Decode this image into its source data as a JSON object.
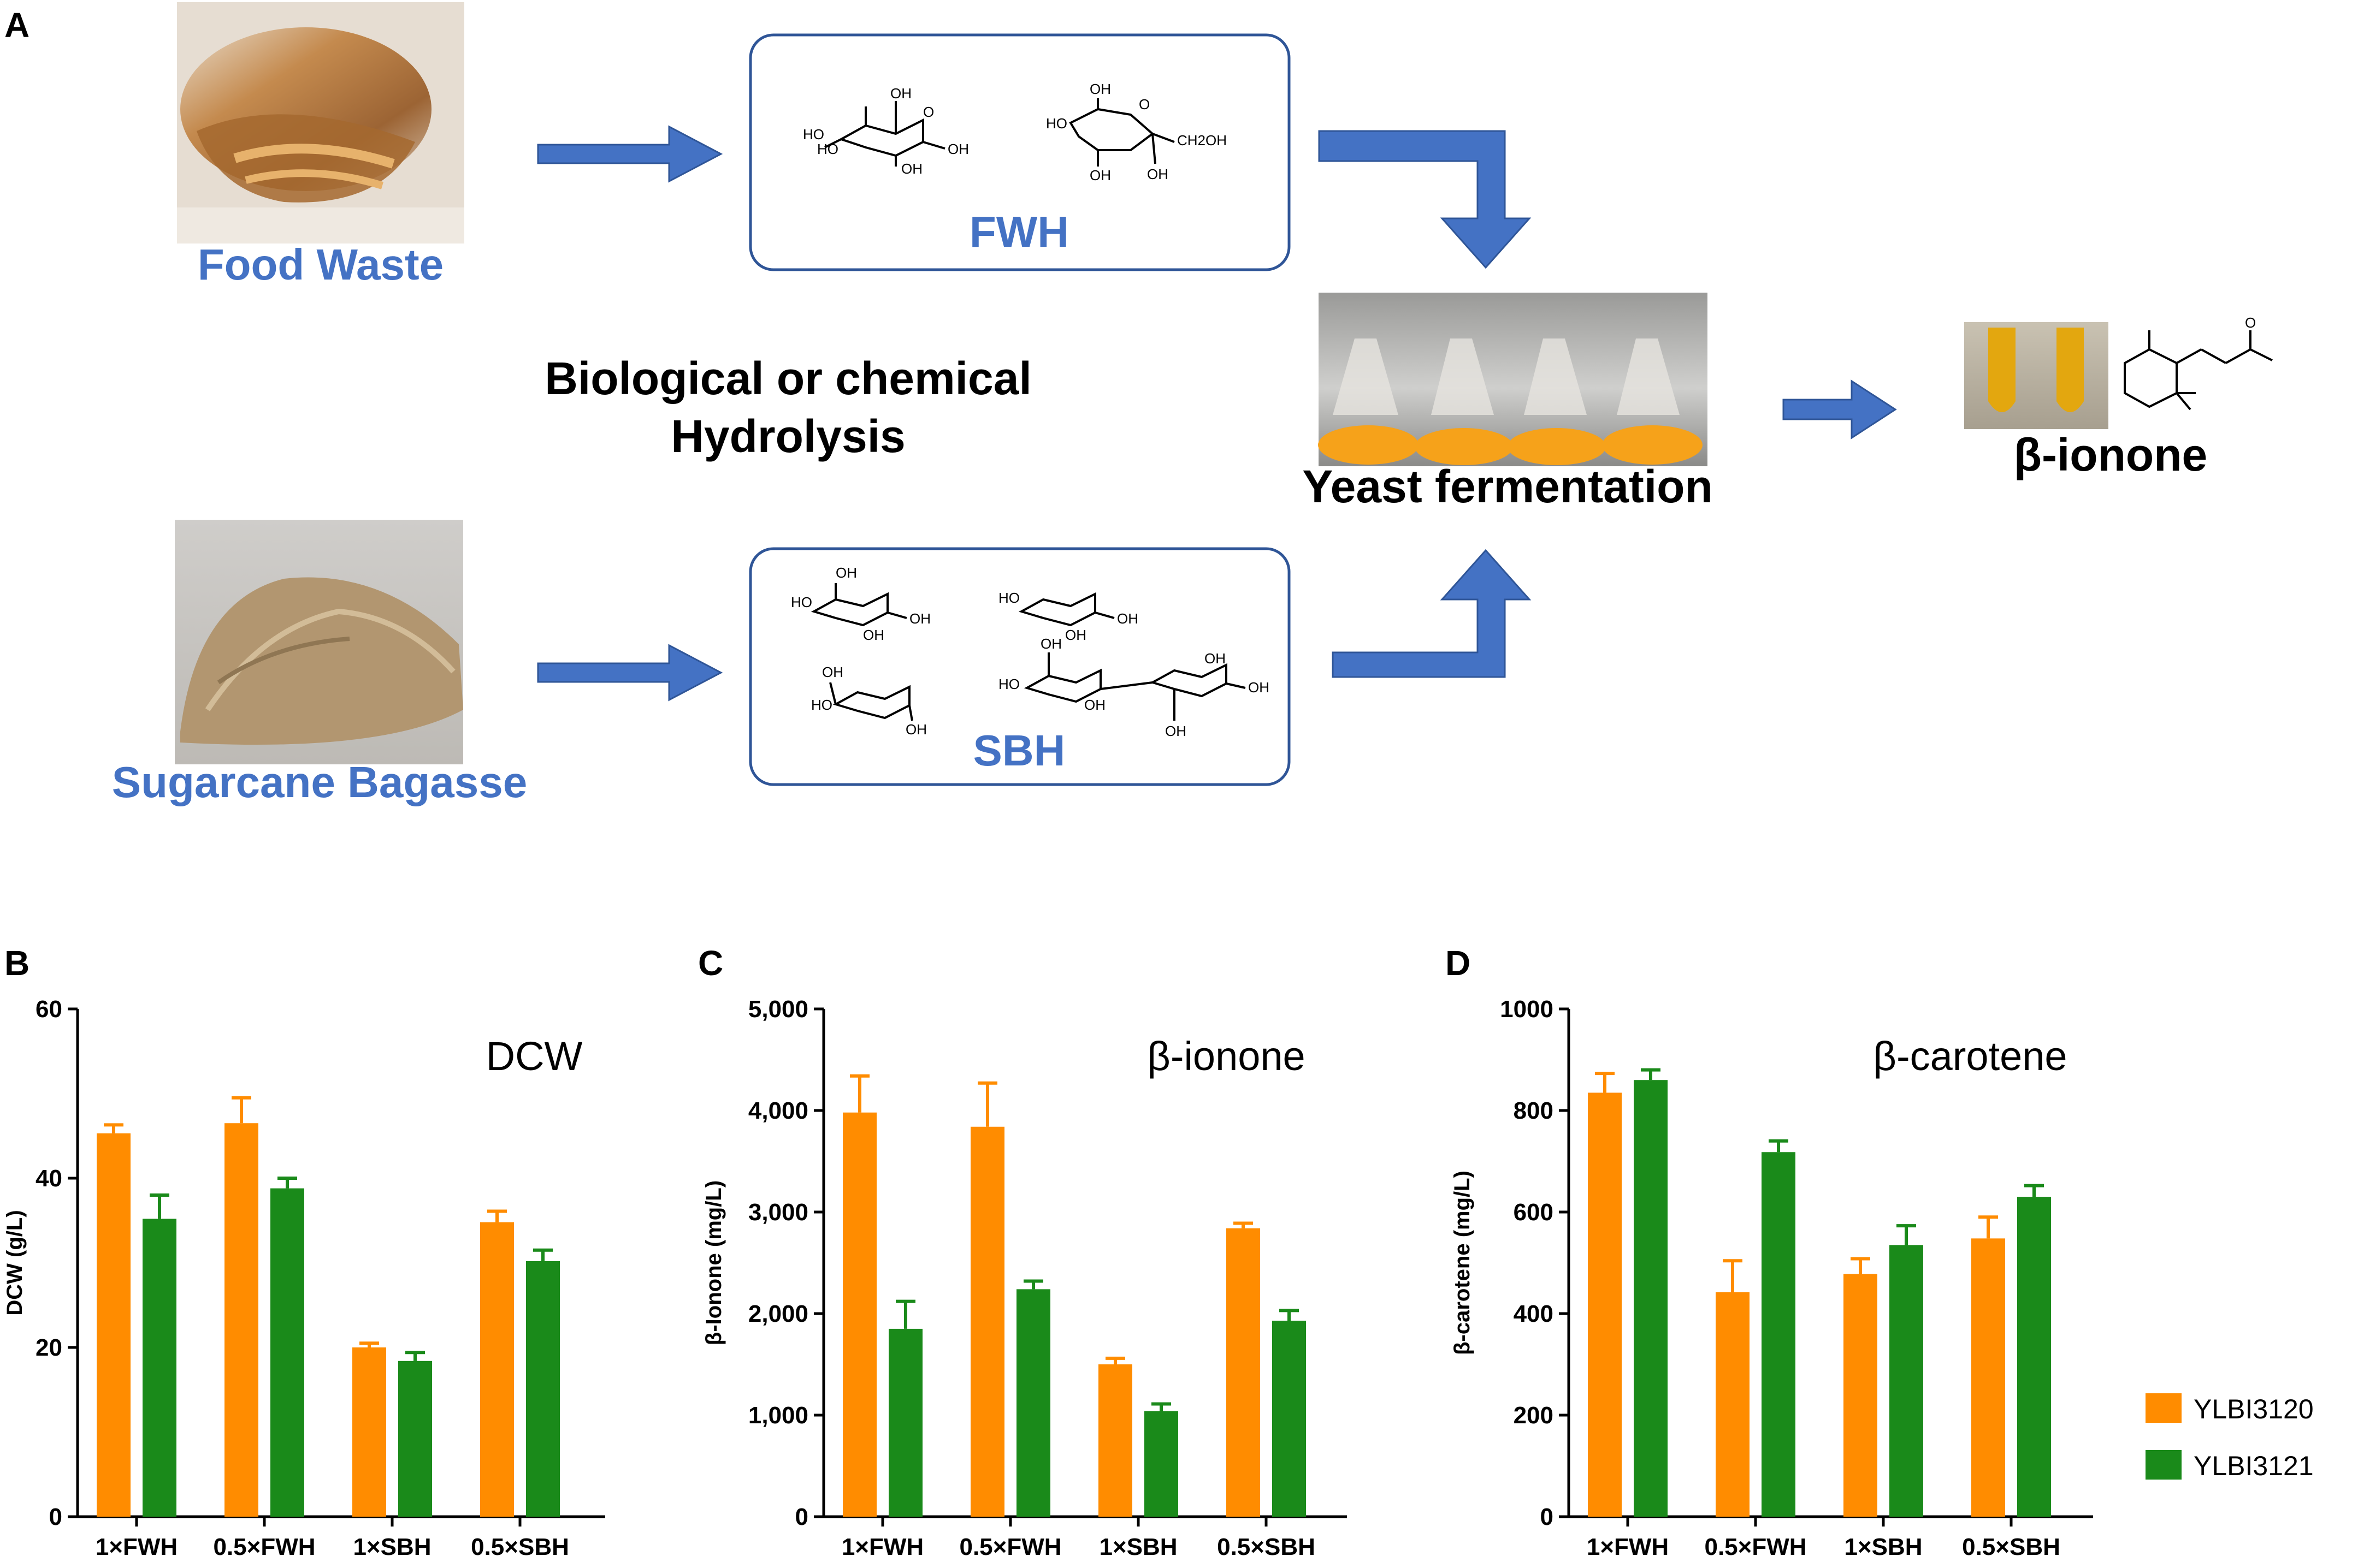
{
  "panel_a": {
    "letter": "A",
    "food_waste_label": "Food Waste",
    "sugarcane_label": "Sugarcane Bagasse",
    "fwh_label": "FWH",
    "sbh_label": "SBH",
    "hydrolysis_line1": "Biological or chemical",
    "hydrolysis_line2": "Hydrolysis",
    "fermentation_label": "Yeast fermentation",
    "product_label": "β-ionone",
    "oh": "OH",
    "ho": "HO",
    "ch2oh": "CH2OH",
    "ring_o": "O",
    "ketone_o": "O"
  },
  "colors": {
    "label_blue": "#4472c4",
    "arrow_blue": "#4472c4",
    "box_border": "#2f5597",
    "series1": "#ff8c00",
    "series2": "#1a8a1a"
  },
  "legend": [
    "YLBI3120",
    "YLBI3121"
  ],
  "chart_data": [
    {
      "type": "bar",
      "letter": "B",
      "title": "DCW",
      "ylabel": "DCW (g/L)",
      "categories": [
        "1×FWH",
        "0.5×FWH",
        "1×SBH",
        "0.5×SBH"
      ],
      "ylim": [
        0,
        60
      ],
      "yticks": [
        0,
        20,
        40,
        60
      ],
      "ytick_labels": [
        "0",
        "20",
        "40",
        "60"
      ],
      "series": [
        {
          "name": "YLBI3120",
          "values": [
            45.3,
            46.5,
            20.0,
            34.8
          ],
          "errors": [
            1.0,
            3.0,
            0.5,
            1.3
          ]
        },
        {
          "name": "YLBI3121",
          "values": [
            35.2,
            38.8,
            18.4,
            30.2
          ],
          "errors": [
            2.8,
            1.2,
            1.0,
            1.3
          ]
        }
      ]
    },
    {
      "type": "bar",
      "letter": "C",
      "title": "β-ionone",
      "ylabel": "β-Ionone (mg/L)",
      "categories": [
        "1×FWH",
        "0.5×FWH",
        "1×SBH",
        "0.5×SBH"
      ],
      "ylim": [
        0,
        5000
      ],
      "yticks": [
        0,
        1000,
        2000,
        3000,
        4000,
        5000
      ],
      "ytick_labels": [
        "0",
        "1,000",
        "2,000",
        "3,000",
        "4,000",
        "5,000"
      ],
      "series": [
        {
          "name": "YLBI3120",
          "values": [
            3980,
            3840,
            1500,
            2840
          ],
          "errors": [
            360,
            430,
            60,
            50
          ]
        },
        {
          "name": "YLBI3121",
          "values": [
            1850,
            2240,
            1040,
            1930
          ],
          "errors": [
            270,
            80,
            70,
            100
          ]
        }
      ]
    },
    {
      "type": "bar",
      "letter": "D",
      "title": "β-carotene",
      "ylabel": "β-carotene (mg/L)",
      "categories": [
        "1×FWH",
        "0.5×FWH",
        "1×SBH",
        "0.5×SBH"
      ],
      "ylim": [
        0,
        1000
      ],
      "yticks": [
        0,
        200,
        400,
        600,
        800,
        1000
      ],
      "ytick_labels": [
        "0",
        "200",
        "400",
        "600",
        "800",
        "1000"
      ],
      "series": [
        {
          "name": "YLBI3120",
          "values": [
            835,
            442,
            478,
            548
          ],
          "errors": [
            38,
            62,
            30,
            42
          ]
        },
        {
          "name": "YLBI3121",
          "values": [
            860,
            718,
            535,
            630
          ],
          "errors": [
            20,
            22,
            38,
            22
          ]
        }
      ]
    }
  ]
}
